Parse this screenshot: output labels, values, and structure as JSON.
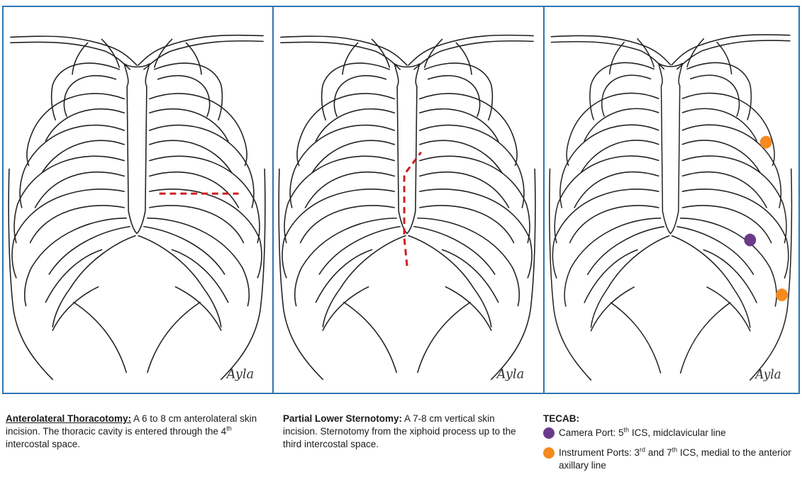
{
  "panels": [
    {
      "caption_title": "Anterolateral Thoracotomy:",
      "caption_text_1": " A 6 to 8 cm anterolateral skin incision. The thoracic cavity is entered through the 4",
      "caption_sup": "th",
      "caption_text_2": " intercostal space."
    },
    {
      "caption_title": "Partial Lower Sternotomy:",
      "caption_text_1": " A 7-8 cm vertical skin incision. Sternotomy from the xiphoid process up to the third intercostal space."
    },
    {
      "caption_title": "TECAB:",
      "legend": [
        {
          "color": "#6b3a8a",
          "label_a": "Camera Port: 5",
          "sup": "th",
          "label_b": " ICS, midclavicular line"
        },
        {
          "color": "#f58a1f",
          "label_a": "Instrument Ports: 3",
          "sup": "rd",
          "label_b": " and 7",
          "sup2": "th",
          "label_c": " ICS, medial to the anterior axillary line"
        }
      ]
    }
  ],
  "signature": "Ayla",
  "colors": {
    "border": "#2e74b5",
    "incision": "#cc1f1f",
    "camera_port": "#6b3a8a",
    "instrument_port": "#f58a1f"
  }
}
